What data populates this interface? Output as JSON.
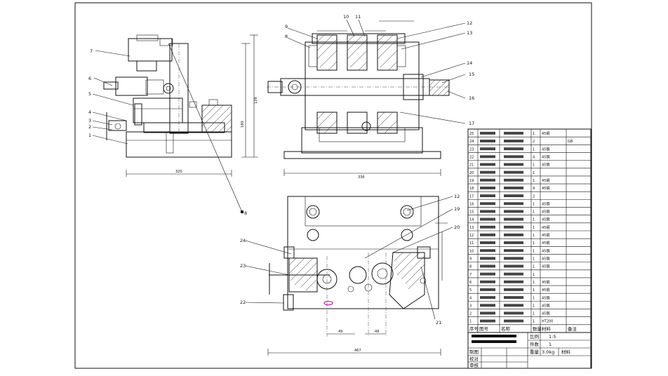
{
  "callouts_main": [
    "1",
    "2",
    "3",
    "4",
    "5",
    "6",
    "7",
    "8"
  ],
  "callouts_front": [
    "9",
    "10",
    "11",
    "12",
    "13",
    "14",
    "15",
    "16",
    "17"
  ],
  "callouts_plan": [
    "12",
    "19",
    "20",
    "24",
    "23",
    "22",
    "21"
  ],
  "dims": {
    "main_width": "320",
    "front_width": "336",
    "plan_width": "467",
    "plan_a": "49",
    "plan_b": "49",
    "side_h1": "180",
    "side_h2": "139"
  },
  "bom": {
    "header": [
      "序号",
      "图号",
      "名称",
      "数量",
      "材料",
      "备注"
    ],
    "rows": [
      [
        "25",
        "",
        "",
        "1",
        "45钢",
        ""
      ],
      [
        "24",
        "",
        "",
        "2",
        "",
        "GB"
      ],
      [
        "23",
        "",
        "",
        "1",
        "45钢",
        ""
      ],
      [
        "22",
        "",
        "",
        "4",
        "45钢",
        ""
      ],
      [
        "21",
        "",
        "",
        "1",
        "45钢",
        ""
      ],
      [
        "20",
        "",
        "",
        "1",
        "",
        ""
      ],
      [
        "19",
        "",
        "",
        "1",
        "45钢",
        ""
      ],
      [
        "18",
        "",
        "",
        "4",
        "45钢",
        ""
      ],
      [
        "17",
        "",
        "",
        "2",
        "",
        ""
      ],
      [
        "16",
        "",
        "",
        "1",
        "45钢",
        ""
      ],
      [
        "15",
        "",
        "",
        "1",
        "45钢",
        ""
      ],
      [
        "14",
        "",
        "",
        "1",
        "45钢",
        ""
      ],
      [
        "13",
        "",
        "",
        "1",
        "45钢",
        ""
      ],
      [
        "12",
        "",
        "",
        "1",
        "45钢",
        ""
      ],
      [
        "11",
        "",
        "",
        "1",
        "45钢",
        ""
      ],
      [
        "10",
        "",
        "",
        "1",
        "45钢",
        ""
      ],
      [
        "9",
        "",
        "",
        "1",
        "45钢",
        ""
      ],
      [
        "8",
        "",
        "",
        "1",
        "45钢",
        ""
      ],
      [
        "7",
        "",
        "",
        "1",
        "",
        ""
      ],
      [
        "6",
        "",
        "",
        "1",
        "45钢",
        ""
      ],
      [
        "5",
        "",
        "",
        "1",
        "45钢",
        ""
      ],
      [
        "4",
        "",
        "",
        "1",
        "45钢",
        ""
      ],
      [
        "3",
        "",
        "",
        "1",
        "45钢",
        ""
      ],
      [
        "2",
        "",
        "",
        "1",
        "45钢",
        ""
      ],
      [
        "1",
        "",
        "",
        "1",
        "HT200",
        ""
      ]
    ]
  },
  "title_block": {
    "ratio_label": "比例",
    "ratio_value": "1:5",
    "qty_label": "件数",
    "qty_value": "1",
    "weight_label": "重量",
    "weight_value": "3.0kg",
    "material_label": "材料",
    "drawn_label": "制图",
    "check_label": "校对",
    "approve_label": "审核"
  }
}
